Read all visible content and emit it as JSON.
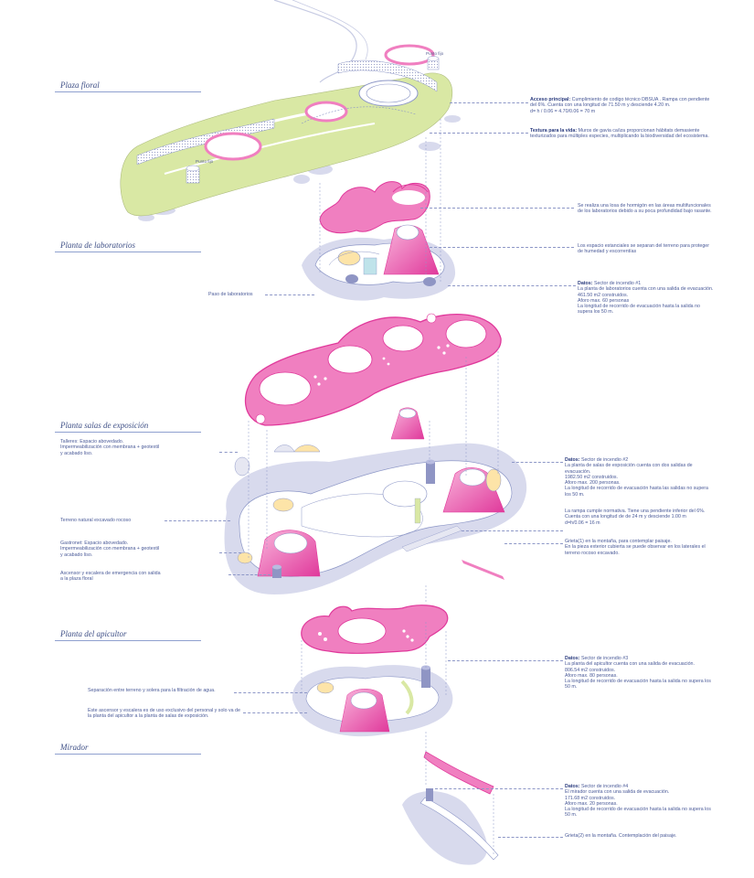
{
  "levels": {
    "plaza_floral": "Plaza floral",
    "laboratorios": "Planta de laboratorios",
    "exposicion": "Planta salas de exposición",
    "apicultor": "Planta del apicultor",
    "mirador": "Mirador"
  },
  "plaza_notes": {
    "punto_fijo_1": "Punto fijo",
    "punto_fijo_2": "Punto fijo",
    "acceso_title": "Acceso principal:",
    "acceso_text": " Cumplimiento de codigo técnico DBSUA . Rampa con pendiente del 6%. Cuenta con una longitud de 71.50 m y desciende 4.20 m.\nd= h / 0.06 = 4.70/0.06 = 70 m",
    "textura_title": "Textura para la vida:",
    "textura_text": " Muros de gavia ca/iza proporcionan hábitats demasiente texturizados para múltiples especies, multiplicando la biodiversidad del ecosistema."
  },
  "lab_notes": {
    "losa": "Se realiza una losa de hormigón en las áreas multifuncionales de los laboratorios debido a su poca profundidad bajo rasante.",
    "estanciales": "Los espacio estanciales  se separan del terreno para proteger de humedad y escorrentías",
    "paso": "Paso de laboratorios",
    "datos_title": "Datos:",
    "datos_text": " Sector de incendio #1\nLa planta de laboratorios cuenta con una salida de evacuación.\n461.50 m2 construidos.\nAforo max. 60 personas\nLa longitud de recorrido de evacuación hasta la salida no supera los 50 m."
  },
  "expo_notes": {
    "talleres": "Talleres: Espacio abovedado.\nImpermeabilización con membrana + geotextil\ny acabado liso.",
    "terreno": "Terreno natural excavado rocoso",
    "gastronet": "Gastronet: Espacio abovedado.\nImpermeabilización con membrana + geotextil\ny acabado liso.",
    "ascensor": "Ascensor y escalera de emergencia con salida\na la plaza floral",
    "datos_title": "Datos:",
    "datos_text": " Sector de incendio  #2\nLa planta de salas de exposición cuenta con dos salidas de evacuación.\n1982.50 m2 construidos.\nAforo max. 200 personas.\nLa longitud de recorrido de evacuación hasta las salidas no supera los 50 m.",
    "rampa": "La rampa cumple normativa. Tiene una pendiente inferior del 6%. Cuenta con una longitud de de 24 m y desciende 1.00 m\nd=h/0.06 = 16 m",
    "grieta": "Grieta(1) en la montaña, para contemplar paisaje.\nEn la pieza exterior cubierta se puede observar en los laterales el terreno rocoso excavado."
  },
  "api_notes": {
    "separacion": "Separación entre terreno y solera para la filtración de agua.",
    "ascensor": "Este ascensor y escalera es de uso exclusivo del personal y solo va de la planta del apicultor a la planta de salas de exposición.",
    "datos_title": "Datos:",
    "datos_text": " Sector de incendio #3\nLa planta del apicultor cuenta con una salida de evacuación.\n806.54 m2 construidos.\nAforo max. 80 personas.\nLa longitud de recorrido de evacuación hasta la salida no supera los 50 m."
  },
  "mirador_notes": {
    "datos_title": "Datos:",
    "datos_text": " Sector de incendio #4\nEl mirador cuenta con una salida de evacuación.\n171.68 m2 construidos.\nAforo max. 20 personas.\nLa longitud de recorrido de evacuación hasta la salida no supera los 50 m.",
    "grieta": "Grieta(2) en la montaña. Contemplación del paisaje."
  },
  "colors": {
    "pink": "#f07fc0",
    "pink_light": "#f9b6dc",
    "pink_deep": "#e0399b",
    "green": "#d9e8a4",
    "shadow": "#d8daed",
    "line": "#8d97c7",
    "text": "#4a5a98"
  }
}
